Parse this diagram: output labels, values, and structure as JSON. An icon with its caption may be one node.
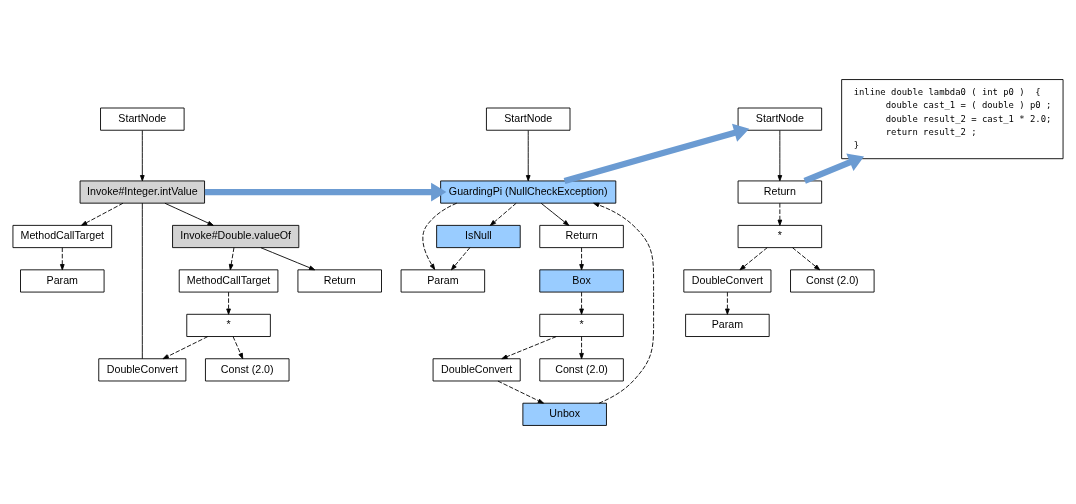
{
  "diagram": {
    "nodes": [
      {
        "text": [
          "Param"
        ]
      },
      {
        "text": [
          "MethodCallTarget"
        ]
      },
      {
        "text": [
          "StartNode"
        ]
      },
      {
        "text": [
          "Invoke#Integer.intValue"
        ]
      },
      {
        "text": [
          "DoubleConvert"
        ]
      },
      {
        "text": [
          "Const (2.0)"
        ]
      },
      {
        "text": [
          "*"
        ]
      },
      {
        "text": [
          "MethodCallTarget"
        ]
      },
      {
        "text": [
          "Invoke#Double.valueOf"
        ]
      },
      {
        "text": [
          "Return"
        ]
      },
      {
        "text": [
          "Param"
        ]
      },
      {
        "text": [
          "StartNode"
        ]
      },
      {
        "text": [
          "IsNull"
        ]
      },
      {
        "text": [
          "GuardingPi (NullCheckException)"
        ]
      },
      {
        "text": [
          "Unbox"
        ]
      },
      {
        "text": [
          "DoubleConvert"
        ]
      },
      {
        "text": [
          "Const (2.0)"
        ]
      },
      {
        "text": [
          "*"
        ]
      },
      {
        "text": [
          "Box"
        ]
      },
      {
        "text": [
          "Return"
        ]
      },
      {
        "text": [
          "Param"
        ]
      },
      {
        "text": [
          "StartNode"
        ]
      },
      {
        "text": [
          "DoubleConvert"
        ]
      },
      {
        "text": [
          "Const (2.0)"
        ]
      },
      {
        "text": [
          "*"
        ]
      },
      {
        "text": [
          "Return"
        ]
      },
      {
        "text": [
          "inline double lambda0 ( int p0 )  {",
          "double cast_1 = ( double ) p0 ;",
          "double result_2 = cast_1 * 2.0;",
          "return result_2 ;",
          "}"
        ]
      }
    ],
    "edges": [
      {
        "from": 2,
        "to": 3,
        "arrow": "to"
      },
      {
        "from": 3,
        "to": 1,
        "arrow": "to",
        "style": "dashed"
      },
      {
        "from": 1,
        "to": 0,
        "arrow": "to",
        "style": "dashed"
      },
      {
        "from": 3,
        "to": 4,
        "arrow": "none"
      },
      {
        "from": 6,
        "to": 4,
        "arrow": "to",
        "style": "dashed"
      },
      {
        "from": 6,
        "to": 5,
        "arrow": "to",
        "style": "dashed"
      },
      {
        "from": 7,
        "to": 6,
        "arrow": "to",
        "style": "dashed"
      },
      {
        "from": 8,
        "to": 7,
        "arrow": "to",
        "style": "dashed"
      },
      {
        "from": 3,
        "to": 8,
        "arrow": "to"
      },
      {
        "from": 8,
        "to": 9,
        "arrow": "to"
      },
      {
        "from": 11,
        "to": 13,
        "arrow": "to"
      },
      {
        "from": 13,
        "to": 10,
        "arrow": "to",
        "style": "dashed"
      },
      {
        "from": 13,
        "to": 12,
        "arrow": "to",
        "style": "dashed"
      },
      {
        "from": 12,
        "to": 10,
        "arrow": "to",
        "style": "dashed"
      },
      {
        "from": 14,
        "to": 13,
        "arrow": "to",
        "style": "dashed"
      },
      {
        "from": 15,
        "to": 14,
        "arrow": "to",
        "style": "dashed"
      },
      {
        "from": 17,
        "to": 15,
        "arrow": "to",
        "style": "dashed"
      },
      {
        "from": 17,
        "to": 16,
        "arrow": "to",
        "style": "dashed"
      },
      {
        "from": 18,
        "to": 17,
        "arrow": "to",
        "style": "dashed"
      },
      {
        "from": 19,
        "to": 18,
        "arrow": "to",
        "style": "dashed"
      },
      {
        "from": 13,
        "to": 19,
        "arrow": "to"
      },
      {
        "from": 22,
        "to": 20,
        "arrow": "to",
        "style": "dashed"
      },
      {
        "from": 24,
        "to": 22,
        "arrow": "to",
        "style": "dashed"
      },
      {
        "from": 24,
        "to": 23,
        "arrow": "to",
        "style": "dashed"
      },
      {
        "from": 25,
        "to": 24,
        "arrow": "to",
        "style": "dashed"
      },
      {
        "from": 21,
        "to": 25,
        "arrow": "to"
      },
      {
        "from": 3,
        "to": 13,
        "arrow": "to",
        "style": "thick",
        "color": "#6b9bd2"
      },
      {
        "from": 13,
        "to": 21,
        "arrow": "to",
        "style": "thick",
        "color": "#6b9bd2"
      },
      {
        "from": 25,
        "to": 26,
        "arrow": "to",
        "style": "thick",
        "color": "#6b9bd2"
      }
    ]
  }
}
